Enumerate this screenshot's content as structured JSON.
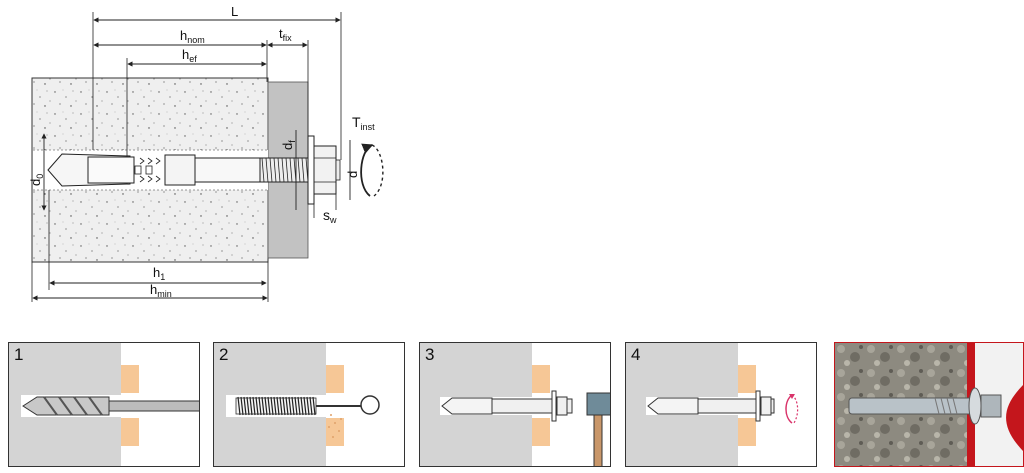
{
  "diagram": {
    "labels": {
      "L": "L",
      "h_nom_main": "h",
      "h_nom_sub": "nom",
      "t_fix_main": "t",
      "t_fix_sub": "fix",
      "h_ef_main": "h",
      "h_ef_sub": "ef",
      "d_f_main": "d",
      "d_f_sub": "f",
      "T_inst_main": "T",
      "T_inst_sub": "inst",
      "d0_main": "d",
      "d0_sub": "0",
      "d": "d",
      "s_w_main": "s",
      "s_w_sub": "w",
      "h1_main": "h",
      "h1_sub": "1",
      "h_min_main": "h",
      "h_min_sub": "min"
    },
    "colors": {
      "concrete": "#efefef",
      "fixture": "#c2c2c2",
      "line": "#222222"
    }
  },
  "steps": [
    {
      "number": "1",
      "icon": "drill-bit-icon"
    },
    {
      "number": "2",
      "icon": "cleaning-brush-icon"
    },
    {
      "number": "3",
      "icon": "hammer-icon"
    },
    {
      "number": "4",
      "icon": "torque-rotation-icon"
    }
  ],
  "colors": {
    "wall": "#d4d4d4",
    "fixture_block": "#f6c796",
    "torque_arrow": "#d9336a",
    "photo_frame": "#c4161c"
  }
}
